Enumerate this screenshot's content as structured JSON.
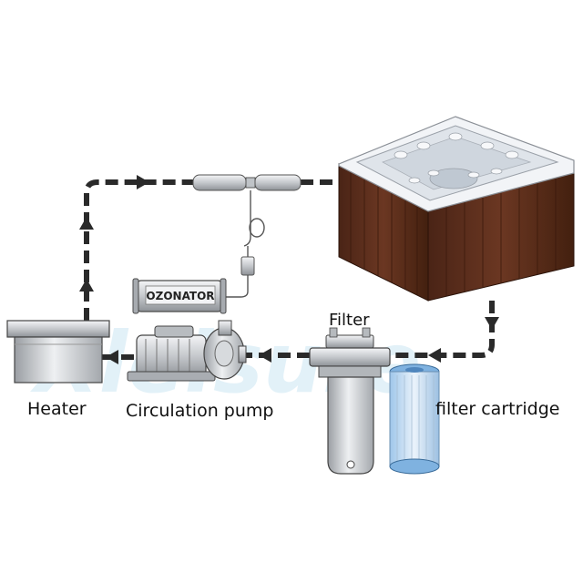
{
  "labels": {
    "heater": "Heater",
    "pump": "Circulation pump",
    "filter": "Filter",
    "cartridge": "filter cartridge",
    "ozonator": "OZONATOR"
  },
  "watermark": "Xleisure",
  "colors": {
    "pipe": "#2a2a2a",
    "tub_cabinet": "#5a2e1c",
    "tub_shell": "#e9edf2",
    "metal": "#c9ccd0",
    "cartridge_blue": "#7fb2e0",
    "watermark": "#cfe6f2"
  }
}
